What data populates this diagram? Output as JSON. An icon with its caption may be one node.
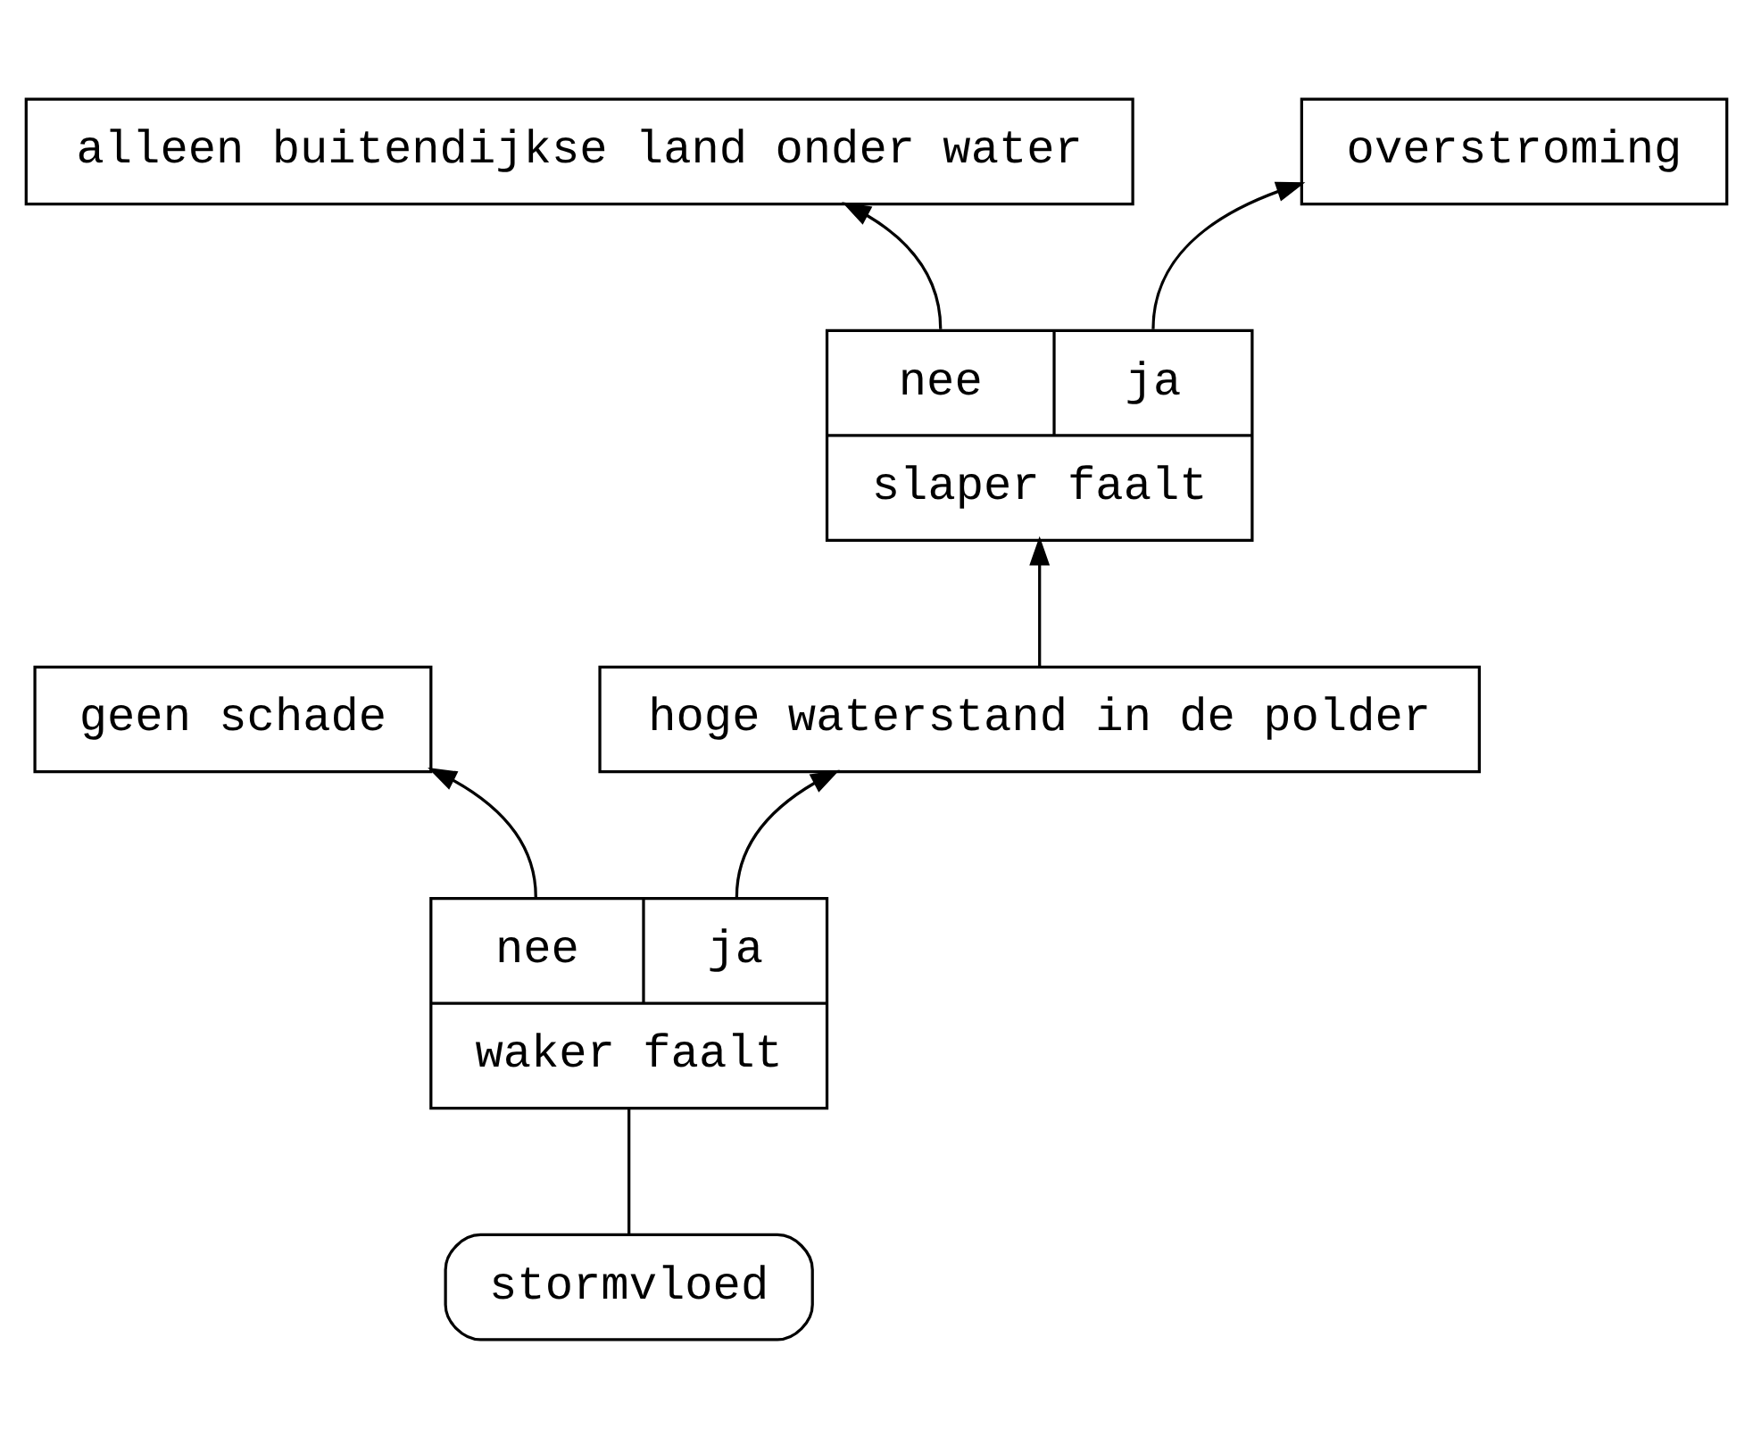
{
  "diagram": {
    "nodes": [
      {
        "text": [
          "overstroming"
        ]
      },
      {
        "text": [
          "alleen buitendijkse land onder water"
        ]
      },
      {
        "text": [
          "nee",
          "ja",
          "slaper faalt"
        ]
      },
      {
        "text": [
          "hoge waterstand in de polder"
        ]
      },
      {
        "text": [
          "geen schade"
        ]
      },
      {
        "text": [
          "nee",
          "ja",
          "waker faalt"
        ]
      },
      {
        "text": [
          "stormvloed"
        ]
      }
    ],
    "edges": [
      {
        "from": 6,
        "to": 5,
        "arrow": "none"
      },
      {
        "from": 5,
        "to": 4,
        "arrow": "to"
      },
      {
        "from": 5,
        "to": 3,
        "arrow": "to"
      },
      {
        "from": 3,
        "to": 2,
        "arrow": "to"
      },
      {
        "from": 2,
        "to": 1,
        "arrow": "to"
      },
      {
        "from": 2,
        "to": 0,
        "arrow": "to"
      }
    ]
  }
}
